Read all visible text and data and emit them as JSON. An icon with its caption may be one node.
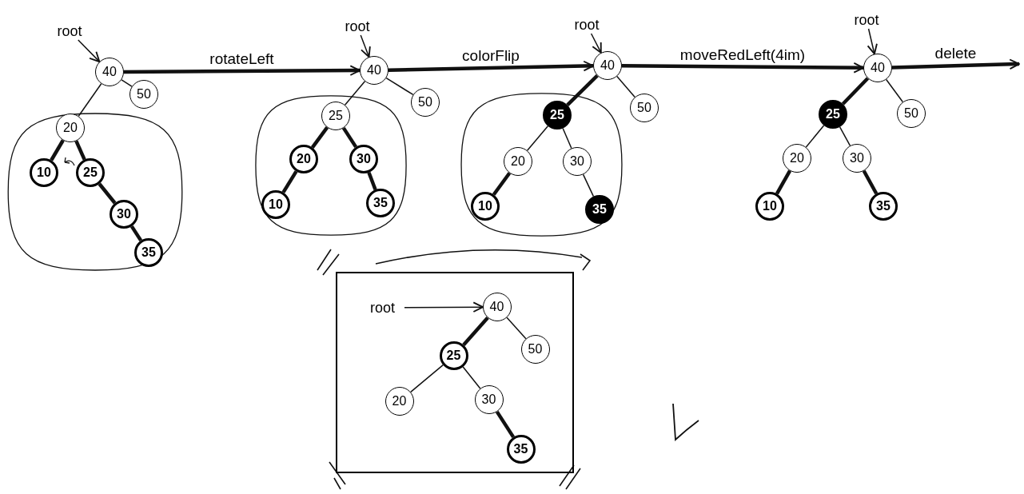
{
  "diagram": {
    "nodes": [
      {
        "text": [
          "root"
        ]
      },
      {
        "text": [
          "40"
        ]
      },
      {
        "text": [
          "50"
        ]
      },
      {
        "text": [],
        "shape": "loop"
      },
      {
        "text": [
          "20"
        ],
        "in": 3
      },
      {
        "text": [
          "10"
        ],
        "in": 3
      },
      {
        "text": [
          "25"
        ],
        "in": 3
      },
      {
        "text": [
          "30"
        ],
        "in": 3
      },
      {
        "text": [
          "35"
        ],
        "in": 3
      },
      {
        "text": [
          "root"
        ]
      },
      {
        "text": [
          "40"
        ]
      },
      {
        "text": [
          "50"
        ]
      },
      {
        "text": [],
        "shape": "loop"
      },
      {
        "text": [
          "25"
        ],
        "in": 12
      },
      {
        "text": [
          "20"
        ],
        "in": 12
      },
      {
        "text": [
          "30"
        ],
        "in": 12
      },
      {
        "text": [
          "10"
        ],
        "in": 12
      },
      {
        "text": [
          "35"
        ],
        "in": 12
      },
      {
        "text": [
          "root"
        ]
      },
      {
        "text": [
          "40"
        ]
      },
      {
        "text": [
          "50"
        ]
      },
      {
        "text": [],
        "shape": "loop"
      },
      {
        "text": [
          "25"
        ],
        "in": 21
      },
      {
        "text": [
          "20"
        ],
        "in": 21
      },
      {
        "text": [
          "30"
        ],
        "in": 21
      },
      {
        "text": [
          "10"
        ],
        "in": 21
      },
      {
        "text": [
          "35"
        ],
        "in": 21
      },
      {
        "text": [
          "root"
        ]
      },
      {
        "text": [
          "40"
        ]
      },
      {
        "text": [
          "50"
        ]
      },
      {
        "text": [
          "25"
        ]
      },
      {
        "text": [
          "20"
        ]
      },
      {
        "text": [
          "30"
        ]
      },
      {
        "text": [
          "10"
        ]
      },
      {
        "text": [
          "35"
        ]
      },
      {
        "text": [],
        "shape": "box"
      },
      {
        "text": [
          "root"
        ],
        "in": 35
      },
      {
        "text": [
          "40"
        ],
        "in": 35
      },
      {
        "text": [
          "50"
        ],
        "in": 35
      },
      {
        "text": [
          "25"
        ],
        "in": 35
      },
      {
        "text": [
          "20"
        ],
        "in": 35
      },
      {
        "text": [
          "30"
        ],
        "in": 35
      },
      {
        "text": [
          "35"
        ],
        "in": 35
      }
    ],
    "edges": [
      {
        "from": 0,
        "to": 1,
        "arrow": "to"
      },
      {
        "from": 1,
        "to": 4,
        "arrow": "none"
      },
      {
        "from": 1,
        "to": 2,
        "arrow": "none"
      },
      {
        "from": 4,
        "to": 5,
        "arrow": "none",
        "style": "thick"
      },
      {
        "from": 4,
        "to": 6,
        "arrow": "none",
        "style": "thick"
      },
      {
        "from": 6,
        "to": 7,
        "arrow": "none",
        "style": "thick"
      },
      {
        "from": 7,
        "to": 8,
        "arrow": "none",
        "style": "thick"
      },
      {
        "from": 9,
        "to": 10,
        "arrow": "to"
      },
      {
        "from": 10,
        "to": 13,
        "arrow": "none"
      },
      {
        "from": 10,
        "to": 11,
        "arrow": "none"
      },
      {
        "from": 13,
        "to": 14,
        "arrow": "none",
        "style": "thick"
      },
      {
        "from": 13,
        "to": 15,
        "arrow": "none",
        "style": "thick"
      },
      {
        "from": 14,
        "to": 16,
        "arrow": "none",
        "style": "thick"
      },
      {
        "from": 15,
        "to": 17,
        "arrow": "none",
        "style": "thick"
      },
      {
        "from": 18,
        "to": 19,
        "arrow": "to"
      },
      {
        "from": 19,
        "to": 22,
        "arrow": "none",
        "style": "thick"
      },
      {
        "from": 19,
        "to": 20,
        "arrow": "none"
      },
      {
        "from": 22,
        "to": 23,
        "arrow": "none"
      },
      {
        "from": 22,
        "to": 24,
        "arrow": "none"
      },
      {
        "from": 23,
        "to": 25,
        "arrow": "none",
        "style": "thick"
      },
      {
        "from": 24,
        "to": 26,
        "arrow": "none"
      },
      {
        "from": 27,
        "to": 28,
        "arrow": "to"
      },
      {
        "from": 28,
        "to": 30,
        "arrow": "none",
        "style": "thick"
      },
      {
        "from": 28,
        "to": 29,
        "arrow": "none"
      },
      {
        "from": 30,
        "to": 31,
        "arrow": "none"
      },
      {
        "from": 30,
        "to": 32,
        "arrow": "none"
      },
      {
        "from": 31,
        "to": 33,
        "arrow": "none",
        "style": "thick"
      },
      {
        "from": 32,
        "to": 34,
        "arrow": "none",
        "style": "thick"
      },
      {
        "from": 36,
        "to": 37,
        "arrow": "to"
      },
      {
        "from": 37,
        "to": 39,
        "arrow": "none",
        "style": "thick"
      },
      {
        "from": 37,
        "to": 38,
        "arrow": "none"
      },
      {
        "from": 39,
        "to": 40,
        "arrow": "none"
      },
      {
        "from": 39,
        "to": 41,
        "arrow": "none"
      },
      {
        "from": 41,
        "to": 42,
        "arrow": "none",
        "style": "thick"
      },
      {
        "from": 1,
        "to": 10,
        "arrow": "to",
        "label": "rotateLeft",
        "style": "thick"
      },
      {
        "from": 10,
        "to": 19,
        "arrow": "to",
        "label": "colorFlip",
        "style": "thick"
      },
      {
        "from": 19,
        "to": 28,
        "arrow": "to",
        "label": "moveRedLeft(4im)",
        "style": "thick"
      },
      {
        "from": 28,
        "to": null,
        "arrow": "to",
        "label": "delete",
        "style": "thick"
      }
    ]
  }
}
